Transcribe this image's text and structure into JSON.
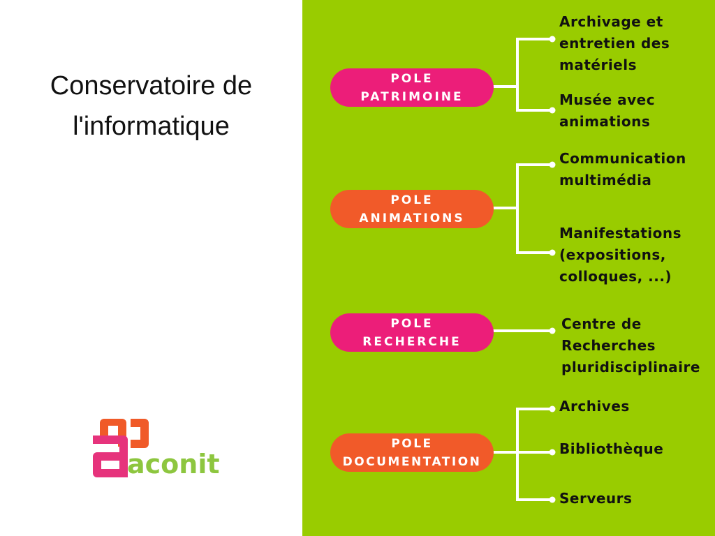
{
  "title": {
    "line1": "Conservatoire de",
    "line2": "l'informatique"
  },
  "logo": {
    "word": "aconit"
  },
  "colors": {
    "green": "#99cc00",
    "pink": "#ec1e79",
    "orange": "#f15a29",
    "logo_pink": "#e6337c",
    "logo_orange": "#f05a28",
    "logo_green": "#8dc63f",
    "line": "#ffffff"
  },
  "poles": [
    {
      "line1": "POLE",
      "line2": "PATRIMOINE",
      "color": "#ec1e79",
      "items": [
        {
          "lines": [
            "Archivage et",
            "entretien des",
            "matériels"
          ]
        },
        {
          "lines": [
            "Musée avec",
            "animations"
          ]
        }
      ]
    },
    {
      "line1": "POLE",
      "line2": "ANIMATIONS",
      "color": "#f15a29",
      "items": [
        {
          "lines": [
            "Communication",
            "multimédia"
          ]
        },
        {
          "lines": [
            "Manifestations",
            "(expositions,",
            "colloques, ...)"
          ]
        }
      ]
    },
    {
      "line1": "POLE",
      "line2": "RECHERCHE",
      "color": "#ec1e79",
      "items": [
        {
          "lines": [
            "Centre de",
            "Recherches",
            "pluridisciplinaire"
          ]
        }
      ]
    },
    {
      "line1": "POLE",
      "line2": "DOCUMENTATION",
      "color": "#f15a29",
      "items": [
        {
          "lines": [
            "Archives"
          ]
        },
        {
          "lines": [
            "Bibliothèque"
          ]
        },
        {
          "lines": [
            "Serveurs"
          ]
        }
      ]
    }
  ]
}
